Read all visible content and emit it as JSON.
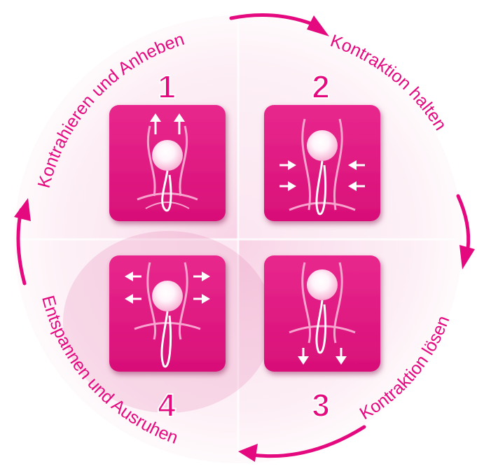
{
  "colors": {
    "magenta": "#e5097f",
    "tile": "#e21c84",
    "tile_dark": "#c4096e",
    "background_tint": "#f9e3ef",
    "arc_arrow": "#e5097f",
    "label_text": "#e5097f",
    "number_fill": "#e5097f",
    "number_stroke": "#ffffff"
  },
  "arc_labels": {
    "top_left": "Kontrahieren und Anheben",
    "top_right": "Kontraktion halten",
    "bottom_right": "Kontraktion lösen",
    "bottom_left": "Entspannen und Ausruhen"
  },
  "steps": [
    {
      "number": "1",
      "arrows": "up",
      "icon": "pelvic-floor-lift-icon"
    },
    {
      "number": "2",
      "arrows": "inward",
      "icon": "pelvic-floor-hold-icon"
    },
    {
      "number": "3",
      "arrows": "down",
      "icon": "pelvic-floor-release-icon"
    },
    {
      "number": "4",
      "arrows": "outward",
      "icon": "pelvic-floor-relax-icon"
    }
  ]
}
